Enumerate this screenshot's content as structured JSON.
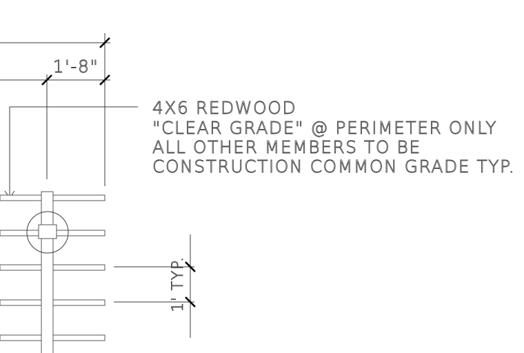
{
  "drawing": {
    "dim_top": "1'-8\"",
    "dim_side": "1' TYP.",
    "note_lines": [
      "4X6 REDWOOD",
      "\"CLEAR GRADE\" @ PERIMETER ONLY",
      "ALL OTHER MEMBERS TO BE",
      "CONSTRUCTION COMMON GRADE TYP."
    ]
  }
}
